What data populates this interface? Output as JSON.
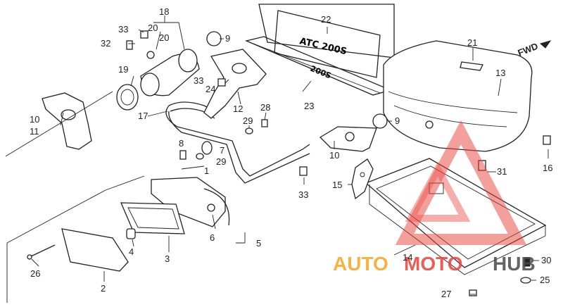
{
  "diagram": {
    "part_numbers": {
      "p1": "1",
      "p2": "2",
      "p3": "3",
      "p4": "4",
      "p5": "5",
      "p6": "6",
      "p7": "7",
      "p8": "8",
      "p9a": "9",
      "p9b": "9",
      "p10a": "10",
      "p10b": "10",
      "p11": "11",
      "p12": "12",
      "p13": "13",
      "p14": "14",
      "p15": "15",
      "p16": "16",
      "p17": "17",
      "p18": "18",
      "p19": "19",
      "p20a": "20",
      "p20b": "20",
      "p21": "21",
      "p22": "22",
      "p23": "23",
      "p24": "24",
      "p25": "25",
      "p26": "26",
      "p27": "27",
      "p28": "28",
      "p29a": "29",
      "p29b": "29",
      "p30": "30",
      "p31": "31",
      "p32": "32",
      "p33a": "33",
      "p33b": "33",
      "p33c": "33"
    },
    "fwd_label": "FWD",
    "decal_top": "ATC 200S",
    "decal_small": "200S",
    "watermark": {
      "word1": "AUTO",
      "word2": "MOTO",
      "word3": "HUB",
      "color_orange": "#f5a623",
      "color_red": "#e8423a",
      "color_gray": "#4a4a4a"
    }
  }
}
